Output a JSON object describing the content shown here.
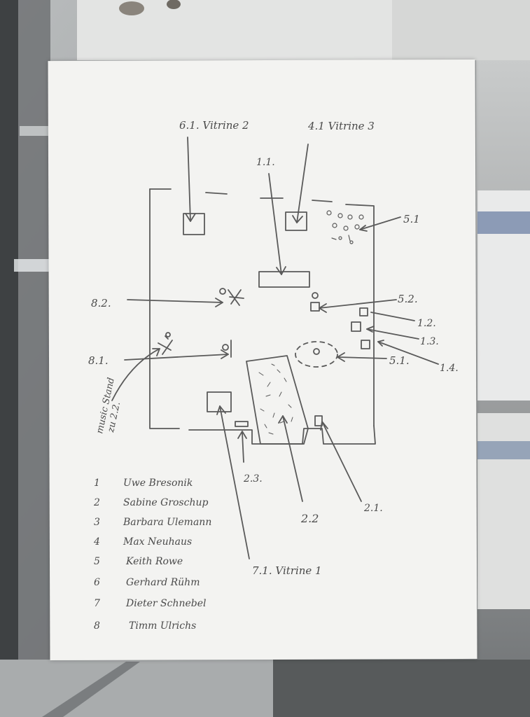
{
  "labels": {
    "vitrine2": "6.1. Vitrine 2",
    "vitrine3": "4.1 Vitrine 3",
    "l_1_1": "1.1.",
    "l_5_1_top": "5.1",
    "l_8_2": "8.2.",
    "l_5_2": "5.2.",
    "l_1_2": "1.2.",
    "l_1_3": "1.3.",
    "l_8_1": "8.1.",
    "l_5_1_mid": "5.1.",
    "l_1_4": "1.4.",
    "music_stand_1": "music Stand",
    "music_stand_2": "zu 2.2.",
    "l_2_3": "2.3.",
    "l_2_2": "2.2",
    "l_2_1": "2.1.",
    "vitrine1": "7.1. Vitrine 1"
  },
  "legend": [
    {
      "num": "1",
      "name": "Uwe Bresonik"
    },
    {
      "num": "2",
      "name": "Sabine Groschup"
    },
    {
      "num": "3",
      "name": "Barbara Ulemann"
    },
    {
      "num": "4",
      "name": "Max Neuhaus"
    },
    {
      "num": "5",
      "name": "Keith Rowe"
    },
    {
      "num": "6",
      "name": "Gerhard Rühm"
    },
    {
      "num": "7",
      "name": "Dieter Schnebel"
    },
    {
      "num": "8",
      "name": "Timm Ulrichs"
    }
  ]
}
